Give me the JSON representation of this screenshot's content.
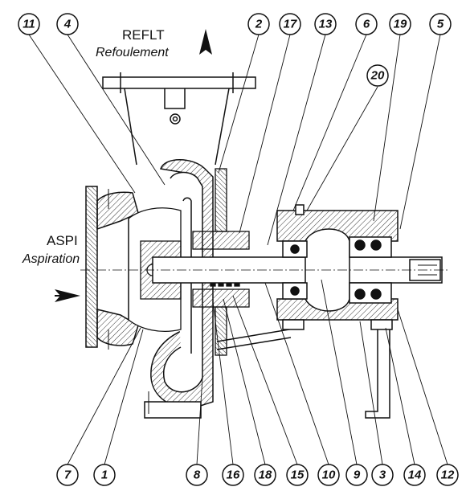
{
  "labels": {
    "discharge_code": "REFLT",
    "discharge_name": "Refoulement",
    "suction_code": "ASPI",
    "suction_name": "Aspiration"
  },
  "callouts_top": [
    "11",
    "4",
    "2",
    "17",
    "13",
    "6",
    "19",
    "5"
  ],
  "callout_20": "20",
  "callouts_bottom": [
    "7",
    "1",
    "8",
    "16",
    "18",
    "15",
    "10",
    "9",
    "3",
    "14",
    "12"
  ],
  "colors": {
    "line": "#111111",
    "hatch": "#333333",
    "shaft": "#ffffff"
  }
}
